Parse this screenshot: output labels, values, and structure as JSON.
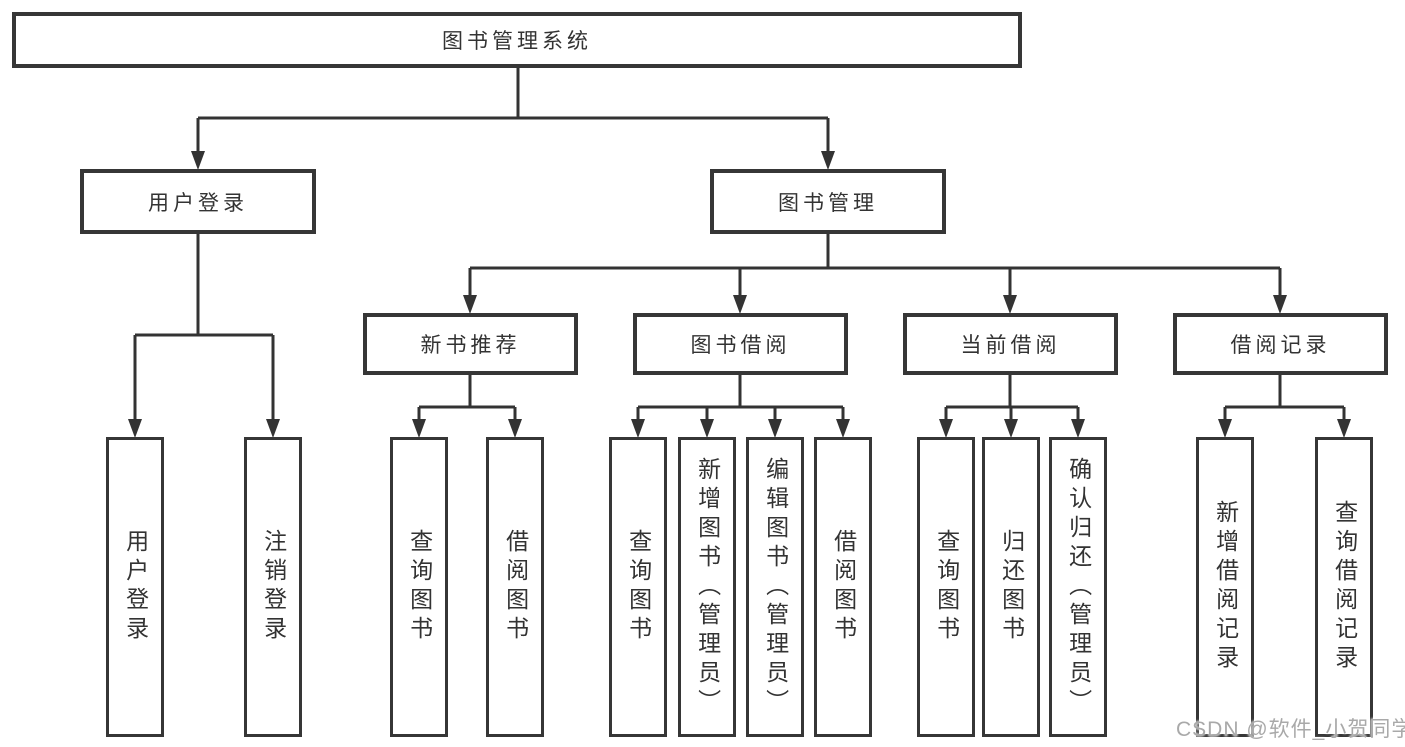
{
  "nodes": {
    "root": "图书管理系统",
    "user_login": "用户登录",
    "book_management": "图书管理",
    "new_book_recommend": "新书推荐",
    "book_borrowing": "图书借阅",
    "current_borrowing": "当前借阅",
    "borrowing_records": "借阅记录",
    "leaf_user_login": "用户登录",
    "leaf_logout": "注销登录",
    "leaf_query_books_a": "查询图书",
    "leaf_borrow_books_a": "借阅图书",
    "leaf_query_books_b": "查询图书",
    "leaf_add_books_admin": "新增图书（管理员）",
    "leaf_edit_books_admin": "编辑图书（管理员）",
    "leaf_borrow_books_b": "借阅图书",
    "leaf_query_books_c": "查询图书",
    "leaf_return_books": "归还图书",
    "leaf_confirm_return_admin": "确认归还（管理员）",
    "leaf_add_borrow_record": "新增借阅记录",
    "leaf_query_borrow_record": "查询借阅记录"
  },
  "watermark": "CSDN @软件_小贺同学",
  "colors": {
    "line": "#333333",
    "text": "#333333",
    "box_background": "#ffffff",
    "page_background": "#ffffff",
    "watermark": "#a9a9a9"
  }
}
